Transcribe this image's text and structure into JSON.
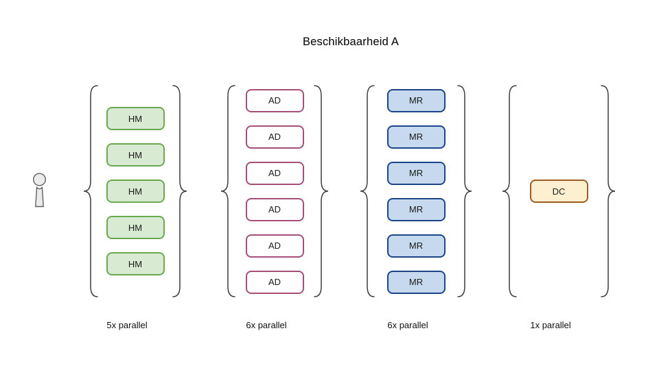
{
  "title": "Beschikbaarheid A",
  "actor": {
    "description": "person figure"
  },
  "groups": [
    {
      "node_label": "HM",
      "count": 5,
      "parallel_label": "5x parallel",
      "fill": "#d9ead3",
      "border": "#6aa84f"
    },
    {
      "node_label": "AD",
      "count": 6,
      "parallel_label": "6x parallel",
      "fill": "#ffffff",
      "border": "#a64d79"
    },
    {
      "node_label": "MR",
      "count": 6,
      "parallel_label": "6x parallel",
      "fill": "#c7d9ef",
      "border": "#1c4587"
    },
    {
      "node_label": "DC",
      "count": 1,
      "parallel_label": "1x parallel",
      "fill": "#fdf0d0",
      "border": "#9c5c22"
    }
  ],
  "colors": {
    "brace": "#3c3c3c",
    "background": "#ffffff",
    "actor_fill": "#ebebeb",
    "actor_stroke": "#606060"
  }
}
